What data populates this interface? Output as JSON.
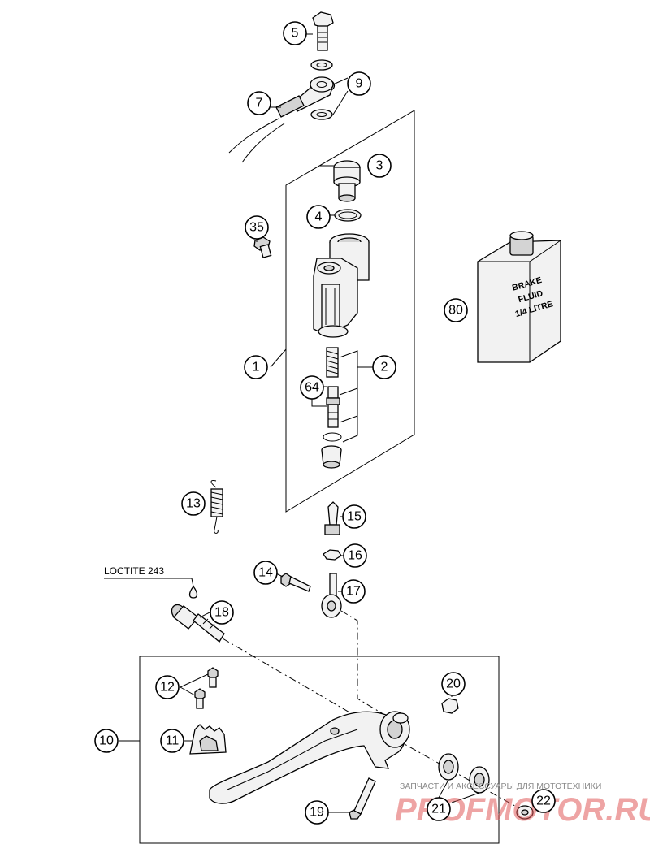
{
  "callouts": {
    "c1": "1",
    "c2": "2",
    "c3": "3",
    "c4": "4",
    "c5": "5",
    "c7": "7",
    "c9": "9",
    "c10": "10",
    "c11": "11",
    "c12": "12",
    "c13": "13",
    "c14": "14",
    "c15": "15",
    "c16": "16",
    "c17": "17",
    "c18": "18",
    "c19": "19",
    "c20": "20",
    "c21": "21",
    "c22": "22",
    "c35": "35",
    "c64": "64",
    "c80": "80"
  },
  "labels": {
    "loctite": "LOCTITE 243"
  },
  "bottle": {
    "line1": "BRAKE",
    "line2": "FLUID",
    "line3": "1/4 LITRE"
  },
  "watermark": {
    "small": "ЗАПЧАСТИ И АКСЕССУАРЫ ДЛЯ МОТОТЕХНИКИ",
    "big": "PROFMOTOR.RU"
  }
}
